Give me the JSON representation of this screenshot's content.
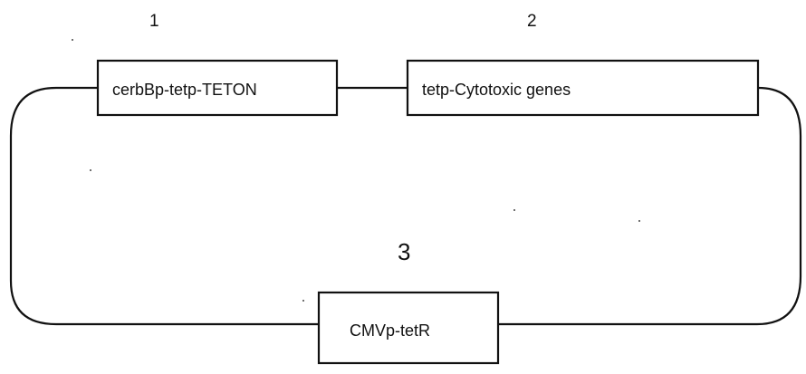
{
  "diagram": {
    "numbers": {
      "n1": "1",
      "n2": "2",
      "n3": "3"
    },
    "boxes": {
      "box1": "cerbBp-tetp-TETON",
      "box2": "tetp-Cytotoxic genes",
      "box3": "CMVp-tetR"
    },
    "colors": {
      "stroke": "#111111",
      "background": "#ffffff"
    }
  }
}
